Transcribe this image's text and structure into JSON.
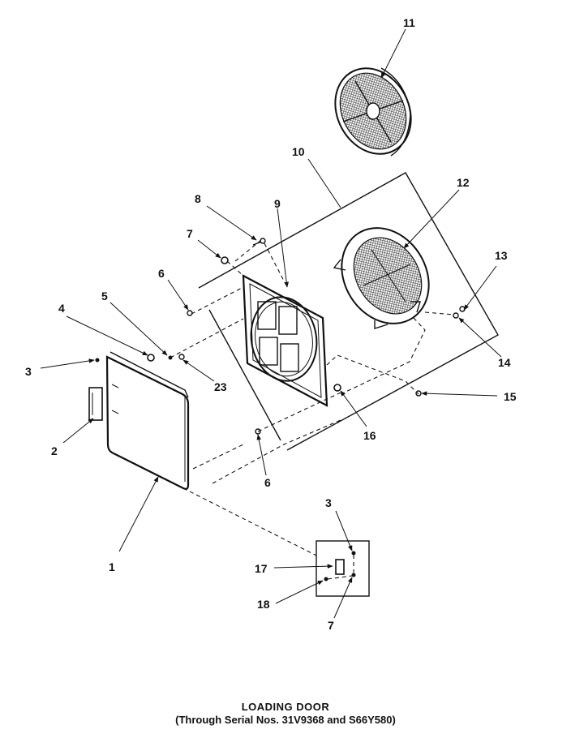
{
  "caption": {
    "title": "LOADING DOOR",
    "subtitle": "(Through Serial Nos. 31V9368 and S66Y580)"
  },
  "callouts": [
    "1",
    "2",
    "3",
    "4",
    "5",
    "6",
    "7",
    "8",
    "9",
    "10",
    "11",
    "12",
    "13",
    "14",
    "15",
    "16",
    "6",
    "23",
    "3",
    "17",
    "18",
    "7"
  ]
}
